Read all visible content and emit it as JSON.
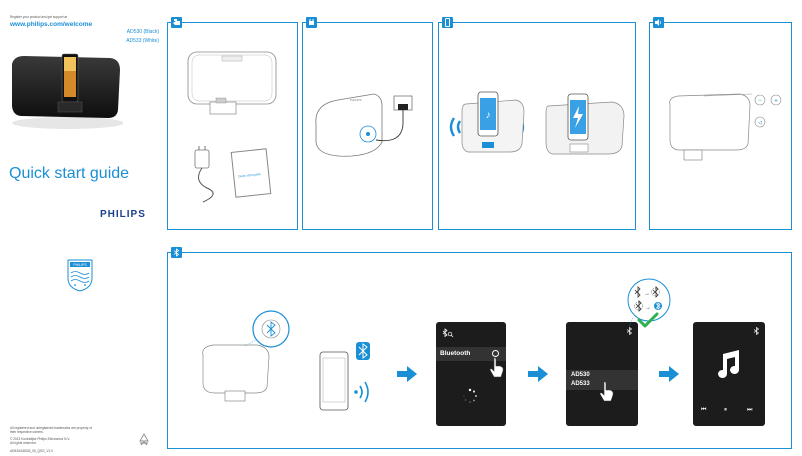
{
  "left": {
    "register_text": "Register your product and get support at",
    "url": "www.philips.com/welcome",
    "model_black": "AD530 (Black)",
    "model_white": "AD533 (White)",
    "title": "Quick start guide",
    "brand": "PHILIPS",
    "legal_line1": "All registered and unregistered trademarks are property of",
    "legal_line2": "their respective owners.",
    "legal_line3": "© 2013 Koninklijke Philips Electronics N.V.",
    "legal_line4": "All rights reserved.",
    "doc_code": "AD530/AD533_05_QSG_V1.0"
  },
  "panel1": {
    "booklet_title": "Quick start guide"
  },
  "bt_panel": {
    "screen1_label": "Bluetooth",
    "screen2_line1": "AD530",
    "screen2_line2": "AD533"
  },
  "colors": {
    "accent": "#1a8fd6",
    "check": "#2bb24c"
  }
}
